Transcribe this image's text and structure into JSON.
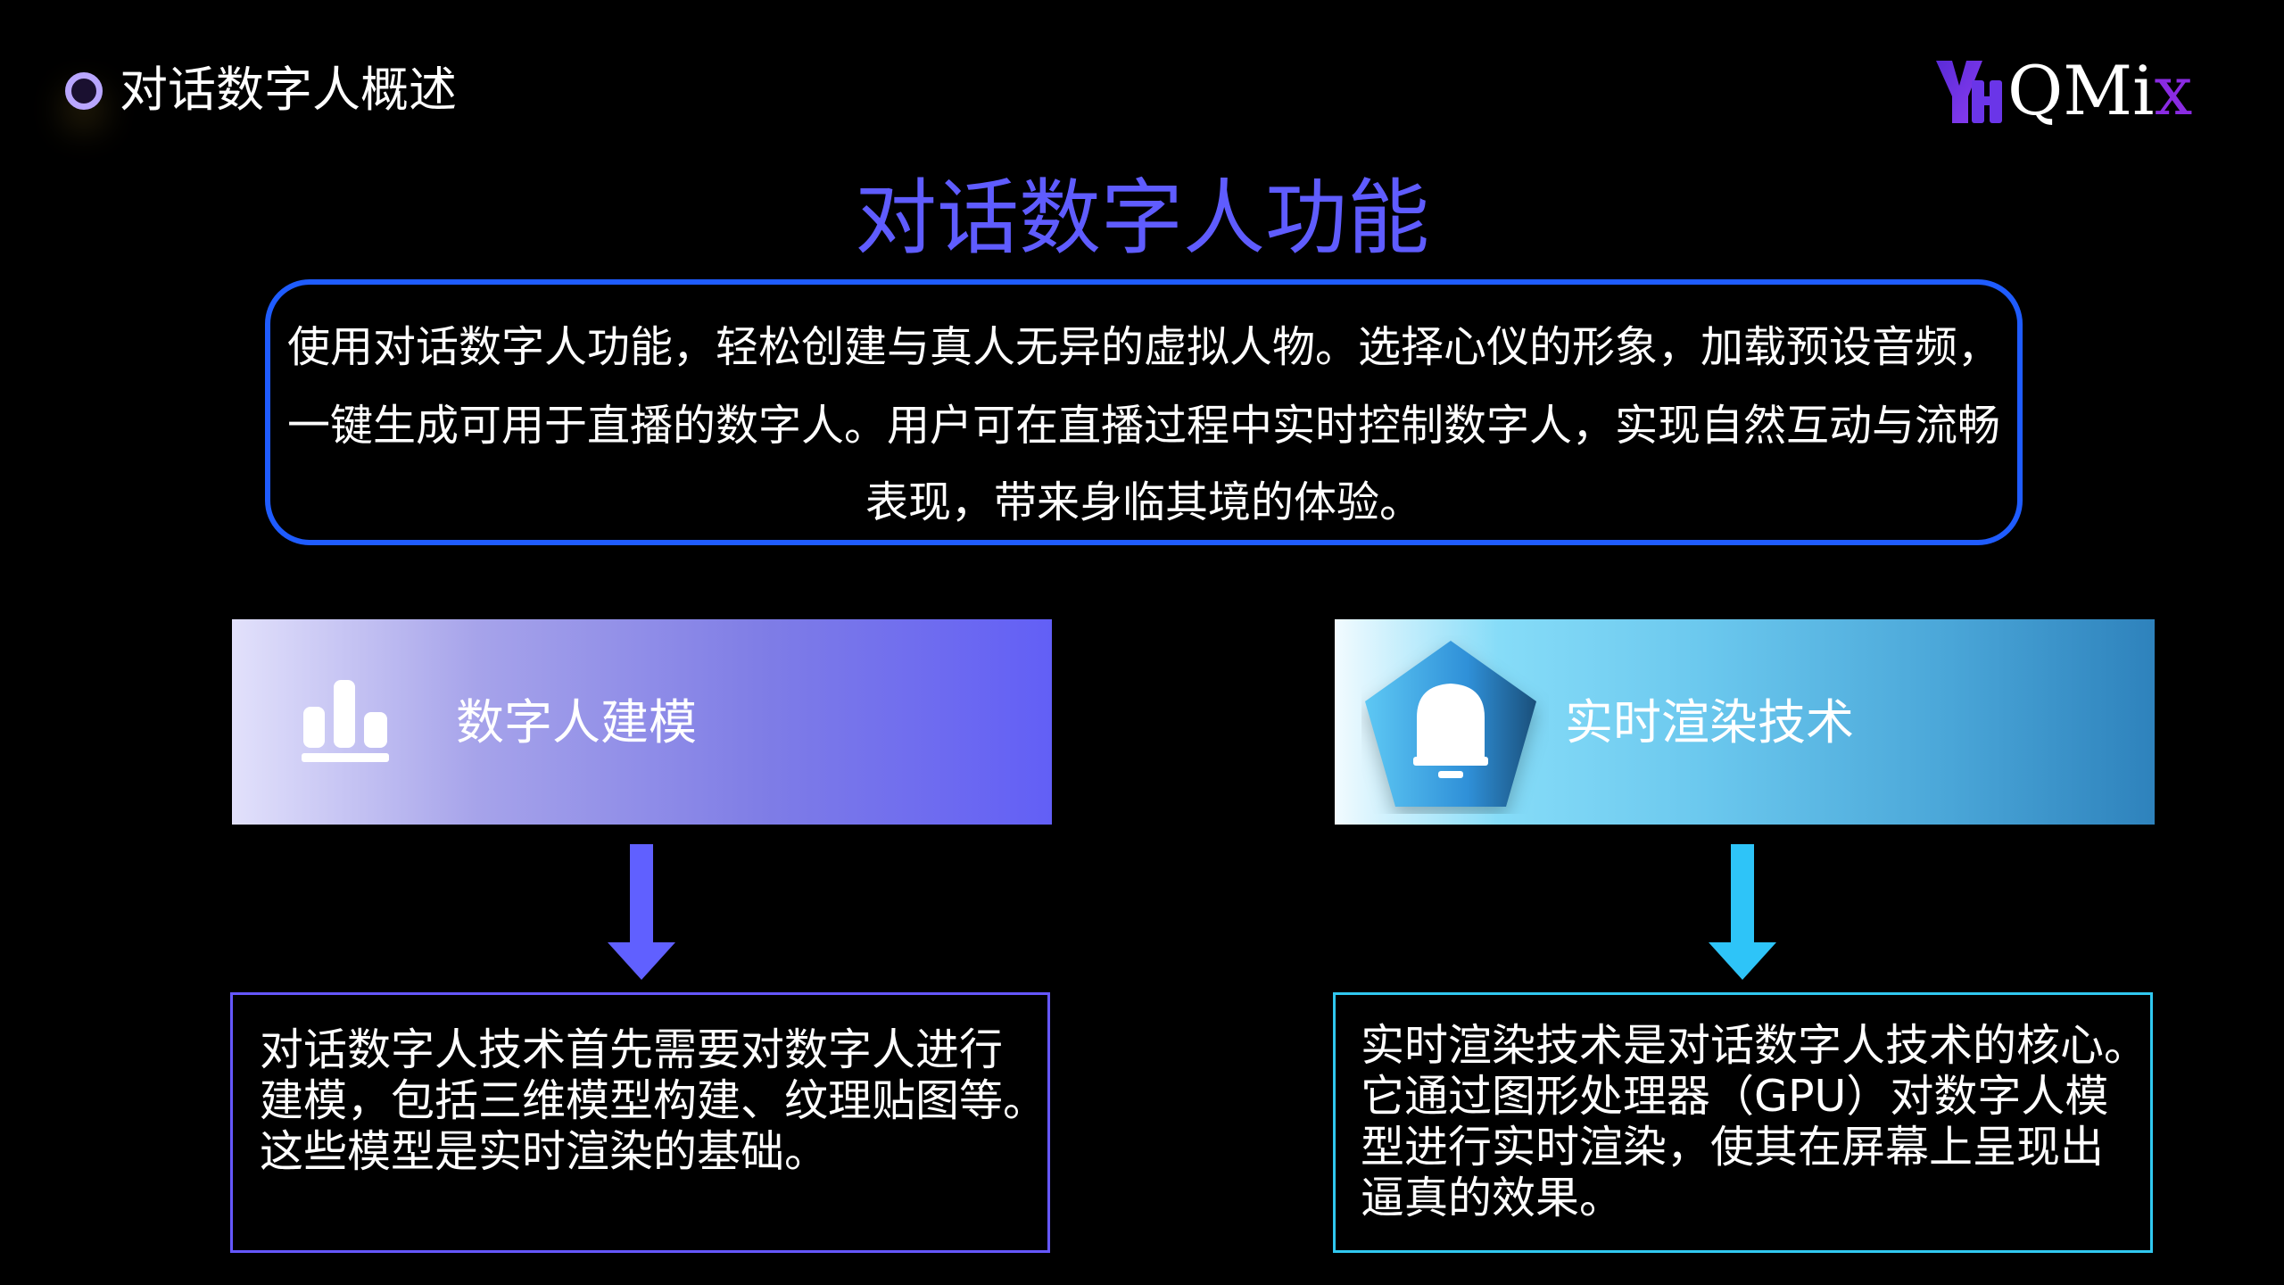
{
  "header": {
    "section_title": "对话数字人概述",
    "logo_text": "QMi",
    "logo_text_accent": "x"
  },
  "main": {
    "title": "对话数字人功能",
    "description_lines": [
      "使用对话数字人功能，轻松创建与真人无异的虚拟人物。选择心仪的形象，加载预设音频，",
      "一键生成可用于直播的数字人。用户可在直播过程中实时控制数字人，实现自然互动与流畅",
      "表现，带来身临其境的体验。"
    ]
  },
  "cards": [
    {
      "label": "数字人建模",
      "icon": "bar-chart-icon",
      "accent": "#6060ff",
      "detail_lines": [
        "对话数字人技术首先需要对数字人进行",
        "建模，包括三维模型构建、纹理贴图等。",
        "这些模型是实时渲染的基础。"
      ]
    },
    {
      "label": "实时渲染技术",
      "icon": "bell-icon",
      "accent": "#2ec4f8",
      "detail_lines": [
        "实时渲染技术是对话数字人技术的核心。",
        "它通过图形处理器（GPU）对数字人模",
        "型进行实时渲染，使其在屏幕上呈现出",
        "逼真的效果。"
      ]
    }
  ],
  "colors": {
    "title": "#5f5cff",
    "box_border": "#1f5cff",
    "left_accent": "#6060ff",
    "right_accent": "#2ec4f8"
  }
}
